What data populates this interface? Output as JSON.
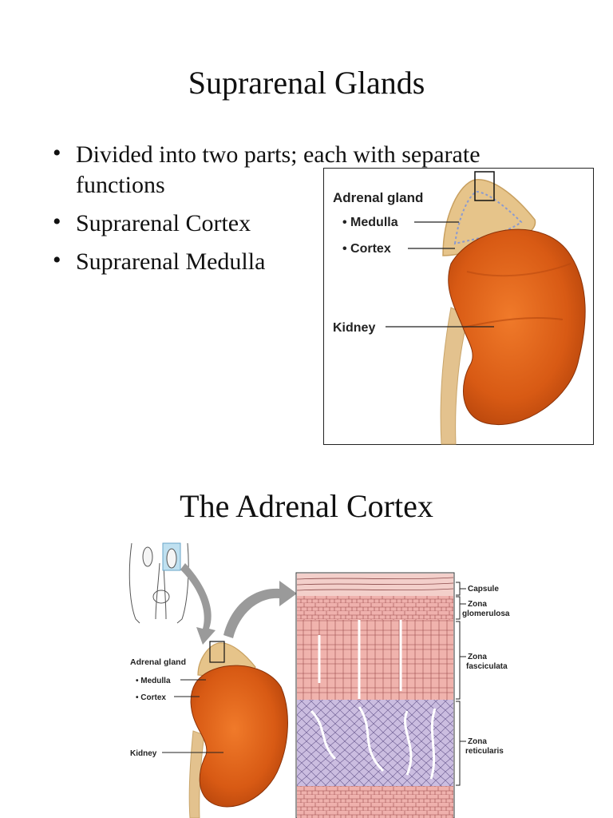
{
  "slide1": {
    "title": "Suprarenal Glands",
    "bullets": [
      "Divided into two parts; each with separate functions",
      "Suprarenal Cortex",
      "Suprarenal Medulla"
    ],
    "figure": {
      "adrenal_label": "Adrenal gland",
      "medulla_label": "• Medulla",
      "cortex_label": "• Cortex",
      "kidney_label": "Kidney"
    }
  },
  "slide2": {
    "title": "The Adrenal Cortex",
    "figure": {
      "adrenal_label": "Adrenal gland",
      "medulla_label": "• Medulla",
      "cortex_label": "• Cortex",
      "kidney_label": "Kidney",
      "layers": {
        "capsule": "Capsule",
        "glomerulosa_1": "Zona",
        "glomerulosa_2": "glomerulosa",
        "fasciculata_1": "Zona",
        "fasciculata_2": "fasciculata",
        "reticularis_1": "Zona",
        "reticularis_2": "reticularis"
      }
    }
  }
}
